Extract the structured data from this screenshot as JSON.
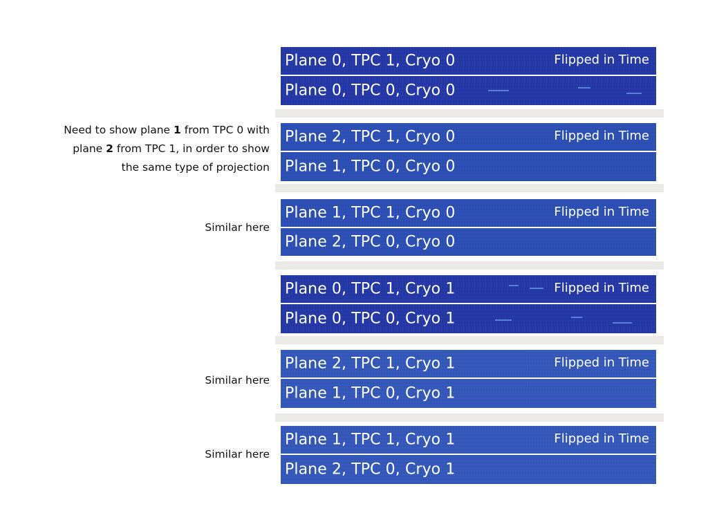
{
  "flip_label": "Flipped in Time",
  "groups": [
    {
      "top_label": "Plane 0, TPC 1, Cryo 0",
      "bottom_label": "Plane 0, TPC 0, Cryo 0"
    },
    {
      "top_label": "Plane 2, TPC 1, Cryo 0",
      "bottom_label": "Plane 1, TPC 0, Cryo 0"
    },
    {
      "top_label": "Plane 1, TPC 1, Cryo 0",
      "bottom_label": "Plane 2, TPC 0, Cryo 0"
    },
    {
      "top_label": "Plane 0, TPC 1, Cryo 1",
      "bottom_label": "Plane 0, TPC 0, Cryo 1"
    },
    {
      "top_label": "Plane 2, TPC 1, Cryo 1",
      "bottom_label": "Plane 1, TPC 0, Cryo 1"
    },
    {
      "top_label": "Plane 1, TPC 1, Cryo 1",
      "bottom_label": "Plane 2, TPC 0, Cryo 1"
    }
  ],
  "notes": {
    "note1": {
      "line1_pre": "Need to show plane ",
      "line1_bold": "1",
      "line1_post": " from TPC 0 with",
      "line2_pre": "plane ",
      "line2_bold": "2",
      "line2_post": " from TPC 1, in order to show",
      "line3": "the same type of projection"
    },
    "similar_1": "Similar here",
    "similar_2": "Similar here",
    "similar_3": "Similar here"
  }
}
